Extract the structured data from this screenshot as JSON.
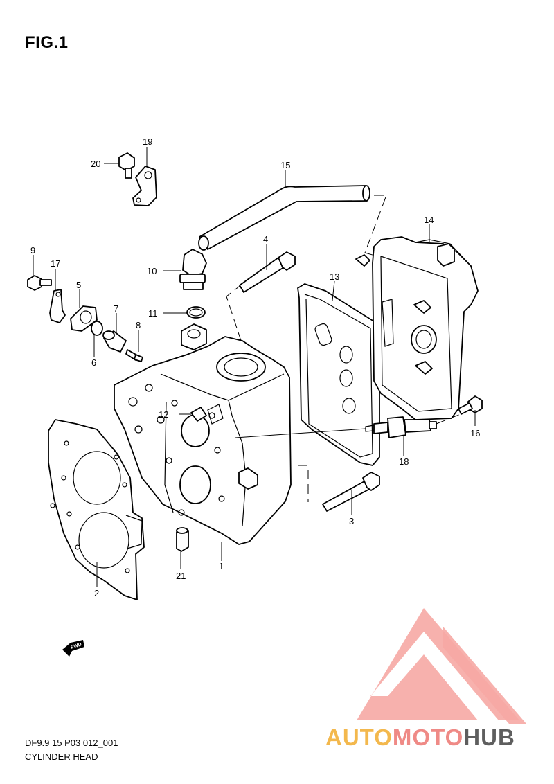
{
  "figure": {
    "title": "FIG.1"
  },
  "footer": {
    "code": "DF9.9 15 P03 012_001",
    "name": "CYLINDER HEAD"
  },
  "watermark": {
    "auto": "AUTO",
    "moto": "MOTO",
    "hub": "HUB",
    "color_triangle": "#f08a86",
    "color_auto": "#f3b84d",
    "color_hub": "#5e5e5e"
  },
  "callouts": {
    "p1": "1",
    "p2": "2",
    "p3": "3",
    "p4": "4",
    "p5": "5",
    "p6": "6",
    "p7": "7",
    "p8": "8",
    "p9": "9",
    "p10": "10",
    "p11": "11",
    "p12": "12",
    "p13": "13",
    "p14": "14",
    "p15": "15",
    "p16": "16",
    "p17": "17",
    "p18": "18",
    "p19": "19",
    "p20": "20",
    "p21": "21"
  },
  "fwd_label": "FWD"
}
